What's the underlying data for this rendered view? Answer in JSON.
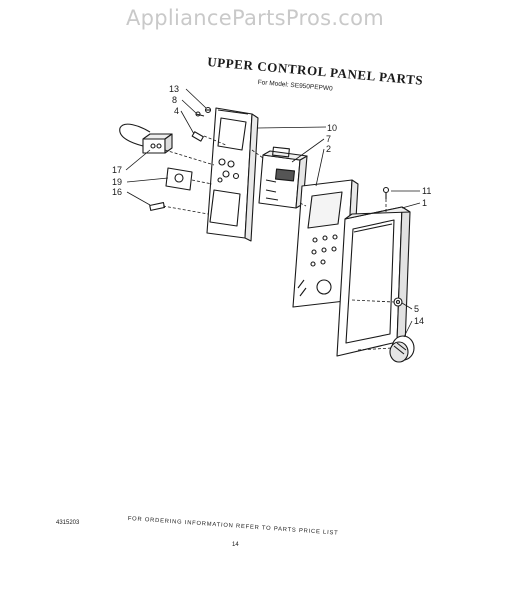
{
  "watermark": "AppliancePartsPros.com",
  "title": "UPPER CONTROL PANEL PARTS",
  "subtitle": "For Model: SE950PEPW0",
  "footer": {
    "doc_number": "4315203",
    "note": "FOR ORDERING INFORMATION REFER TO PARTS PRICE LIST",
    "page_number": "14"
  },
  "callouts": [
    "13",
    "8",
    "4",
    "17",
    "19",
    "16",
    "10",
    "7",
    "2",
    "11",
    "1",
    "5",
    "14"
  ]
}
